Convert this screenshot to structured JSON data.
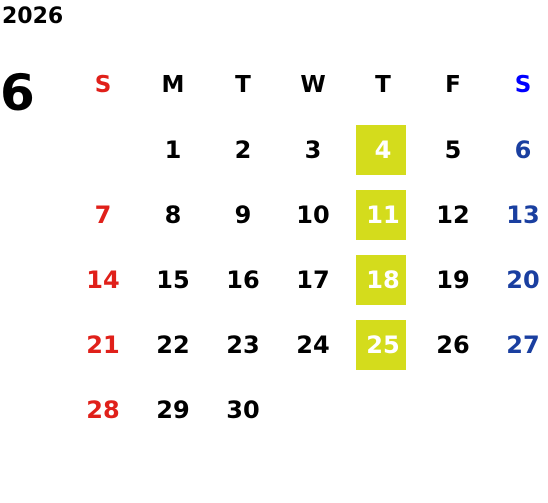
{
  "year": "2026",
  "month": "6",
  "weekdays": [
    "S",
    "M",
    "T",
    "W",
    "T",
    "F",
    "S"
  ],
  "weeks": [
    [
      "",
      "1",
      "2",
      "3",
      "4",
      "5",
      "6"
    ],
    [
      "7",
      "8",
      "9",
      "10",
      "11",
      "12",
      "13"
    ],
    [
      "14",
      "15",
      "16",
      "17",
      "18",
      "19",
      "20"
    ],
    [
      "21",
      "22",
      "23",
      "24",
      "25",
      "26",
      "27"
    ],
    [
      "28",
      "29",
      "30",
      "",
      "",
      "",
      ""
    ]
  ],
  "highlight_weekday_index": 4,
  "colors": {
    "sunday": "#e0201a",
    "saturday_header": "#0000ff",
    "saturday": "#1a3fa0",
    "highlight_bg": "#d4dc1c",
    "highlight_text": "#ffffff",
    "default_text": "#000000"
  }
}
